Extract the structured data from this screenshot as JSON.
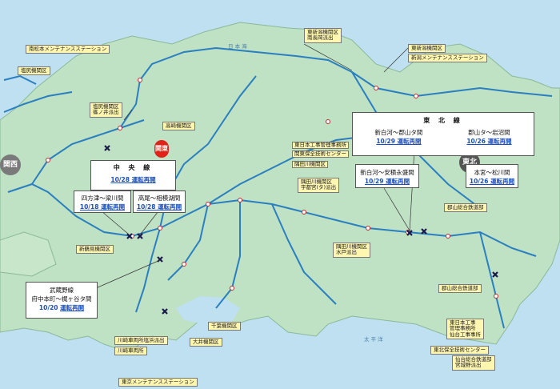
{
  "sea": {
    "japan_sea": "日 本 海",
    "pacific": "太 平 洋"
  },
  "regions": {
    "kansai": "関西",
    "kanto": "関東",
    "tohoku": "東北"
  },
  "callouts": {
    "chuo": {
      "title": "中 央 線",
      "status": "10/28 運転再開"
    },
    "shikata": {
      "route": "四方津～梁川間",
      "status": "10/18 運転再開"
    },
    "takao": {
      "route": "高尾～相模湖間",
      "status": "10/28 運転再開"
    },
    "musashino": {
      "line": "武蔵野線",
      "route": "府中本町～梶ヶ谷タ間",
      "date": "10/20",
      "status": "運転再開"
    },
    "tohoku": {
      "title": "東 北 線",
      "r1": "新白河～郡山タ間",
      "s1": "10/29 運転再開",
      "r2": "郡山タ～岩沼間",
      "s2": "10/26 運転再開"
    },
    "shinshirakawa": {
      "route": "新白河～安積永盛間",
      "status": "10/29 運転再開"
    },
    "omiya": {
      "route": "本宮～松川間",
      "status": "10/26 運転再開"
    }
  },
  "facilities": {
    "minami_matsumoto": "南松本メンテナンスステーション",
    "shiojiri": "塩尻機関区",
    "shiojiri_inoi": [
      "塩尻機関区",
      "篠ノ井派出"
    ],
    "takasaki": "高崎機関区",
    "higashi_niigata": [
      "東新潟機関区",
      "南長岡派出"
    ],
    "higashi_niigata2": "東新潟機関区",
    "niigata_ms": "新潟メンテナンスステーション",
    "higashi_nihon_koji": "東日本工事管理事務所",
    "kanto_hozen": "関東保全技術センター",
    "sumidagawa": "隅田川機関区",
    "sumidagawa_utsunomiya": [
      "隅田川機関区",
      "宇都宮(タ)派出"
    ],
    "sumidagawa_mito": [
      "隅田川機関区",
      "水戸派出"
    ],
    "shin_tsurumi": "新鶴見機関区",
    "kawasaki_sharyo": [
      "川崎車両所塩浜派出"
    ],
    "kawasaki_sharyo2": "川崎車両所",
    "oi": "大井機関区",
    "chiba": "千葉機関区",
    "tokyo_ms": "東京メンテナンスステーション",
    "koriyama_sogo": "郡山総合鉄道部",
    "koriyama_sogo2": "郡山総合鉄道部",
    "higashi_nihon_sendai": [
      "東日本工事",
      "管理事務所",
      "仙台工事事所"
    ],
    "tohoku_hozen": "東北保全技術センター",
    "sendai_sogo": [
      "仙台総合鉄道部",
      "宮城野派出"
    ]
  }
}
